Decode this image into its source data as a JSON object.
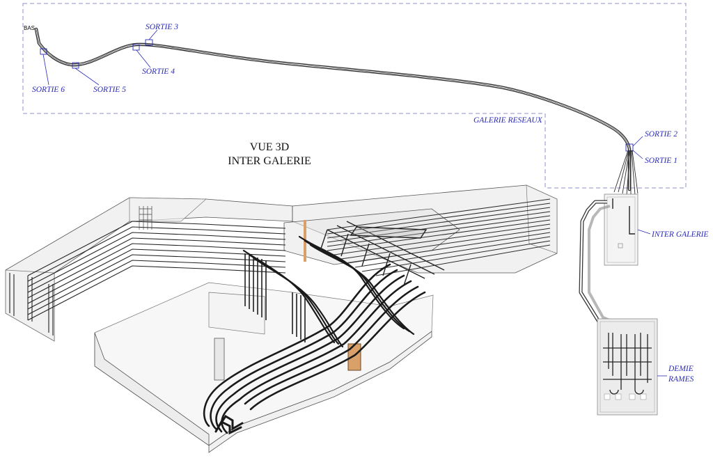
{
  "title": {
    "line1": "VUE 3D",
    "line2": "INTER GALERIE"
  },
  "labels": {
    "bas": "BAS",
    "sortie1": "SORTIE 1",
    "sortie2": "SORTIE 2",
    "sortie3": "SORTIE 3",
    "sortie4": "SORTIE 4",
    "sortie5": "SORTIE 5",
    "sortie6": "SORTIE 6",
    "galerie_reseaux": "GALERIE RESEAUX",
    "inter_galerie": "INTER GALERIE",
    "demie": "DEMIE",
    "rames": "RAMES"
  },
  "colors": {
    "annotation": "#2a2ab8",
    "frame": "#8d8fc4",
    "line": "#1a1a1a",
    "accent": "#d9a06a"
  }
}
